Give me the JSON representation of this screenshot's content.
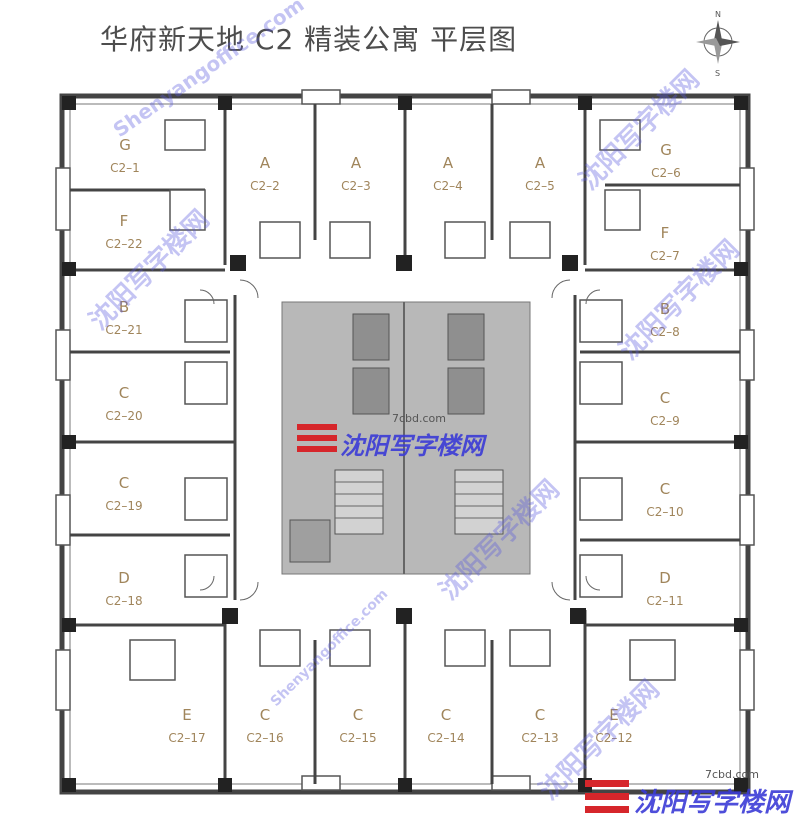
{
  "title": "华府新天地  C2 精装公寓 平层图",
  "compass": {
    "n": "N",
    "s": "S"
  },
  "units": [
    {
      "type": "G",
      "code": "C2–1"
    },
    {
      "type": "A",
      "code": "C2–2"
    },
    {
      "type": "A",
      "code": "C2–3"
    },
    {
      "type": "A",
      "code": "C2–4"
    },
    {
      "type": "A",
      "code": "C2–5"
    },
    {
      "type": "G",
      "code": "C2–6"
    },
    {
      "type": "F",
      "code": "C2–7"
    },
    {
      "type": "B",
      "code": "C2–8"
    },
    {
      "type": "C",
      "code": "C2–9"
    },
    {
      "type": "C",
      "code": "C2–10"
    },
    {
      "type": "D",
      "code": "C2–11"
    },
    {
      "type": "E",
      "code": "C2–12"
    },
    {
      "type": "C",
      "code": "C2–13"
    },
    {
      "type": "C",
      "code": "C2–14"
    },
    {
      "type": "C",
      "code": "C2–15"
    },
    {
      "type": "C",
      "code": "C2–16"
    },
    {
      "type": "E",
      "code": "C2–17"
    },
    {
      "type": "D",
      "code": "C2–18"
    },
    {
      "type": "C",
      "code": "C2–19"
    },
    {
      "type": "C",
      "code": "C2–20"
    },
    {
      "type": "B",
      "code": "C2–21"
    },
    {
      "type": "F",
      "code": "C2–22"
    }
  ],
  "watermark": {
    "brand": "沈阳写字楼网",
    "url": "Shenyangoffice.com",
    "site": "7cbd.com"
  },
  "colors": {
    "label": "#a0855b",
    "wall": "#333333",
    "column": "#222222",
    "core": "#b0b0b0"
  }
}
